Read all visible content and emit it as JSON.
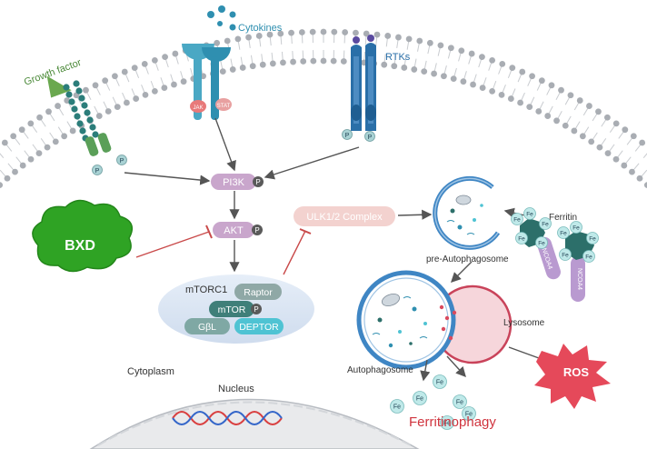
{
  "receptors": {
    "growth_factor": "Growth factor",
    "cytokines": "Cytokines",
    "rtks": "RTKs",
    "jak": "JAK",
    "stat": "STAT"
  },
  "phospho": "P",
  "signaling": {
    "pi3k": "PI3K",
    "akt": "AKT",
    "ulk_complex": "ULK1/2 Complex",
    "inhibitor": "BXD"
  },
  "mtorc1": {
    "title": "mTORC1",
    "raptor": "Raptor",
    "mtor": "mTOR",
    "gbl": "GβL",
    "deptor": "DEPTOR"
  },
  "autophagy": {
    "pre_autophagosome": "pre-Autophagosome",
    "autophagosome": "Autophagosome",
    "lysosome": "Lysosome",
    "ferritin": "Ferritin",
    "ncoa4": "NCOA4",
    "fe": "Fe",
    "ros": "ROS",
    "ferritinophagy": "Ferritinophagy"
  },
  "compartments": {
    "cytoplasm": "Cytoplasm",
    "nucleus": "Nucleus"
  },
  "colors": {
    "membrane": "#c9ccd0",
    "membrane_head": "#a9adb3",
    "cytokine": "#2f8fb0",
    "rtk": "#2a6fa8",
    "growth_factor": "#4c8a3a",
    "green_receptor": "#2b7d7a",
    "pill": "#c9a6cc",
    "ulk": "#f3d2cf",
    "bxd": "#2fa324",
    "mtorc1_ellipse": "#dbe6f3",
    "raptor": "#8fa8a6",
    "mtor": "#3f7f79",
    "gbl": "#7fa8a4",
    "deptor": "#4fc3d3",
    "fe": "#bfe9e9",
    "ferritin": "#2c6f6a",
    "ncoa4": "#b99ad0",
    "lysosome": "#e7a3ad",
    "autophagosome": "#3f86c4",
    "ros": "#e5495a",
    "ferritinophagy": "#d0343e",
    "inhibit": "#c94a4a",
    "arrow": "#555555"
  }
}
